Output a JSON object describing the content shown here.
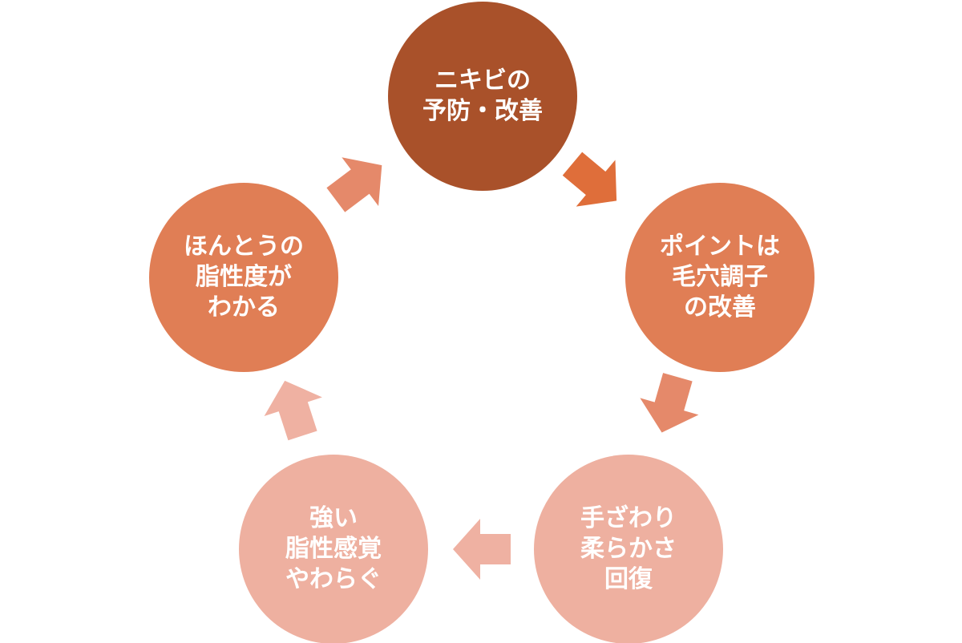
{
  "colors": {
    "node_1": "#a9512a",
    "node_2": "#e07e55",
    "node_3": "#eeb0a0",
    "node_4": "#eeb0a0",
    "node_5": "#e07e55",
    "arrow_1": "#df6e3a",
    "arrow_2": "#e5896a",
    "arrow_3": "#efb1a2",
    "arrow_4": "#efb1a2",
    "arrow_5": "#e5896a"
  },
  "nodes": [
    {
      "lines": [
        "ニキビの",
        "予防・改善"
      ]
    },
    {
      "lines": [
        "ポイントは",
        "毛穴調子",
        "の改善"
      ]
    },
    {
      "lines": [
        "手ざわり",
        "柔らかさ",
        "回復"
      ]
    },
    {
      "lines": [
        "強い",
        "脂性感覚",
        "やわらぐ"
      ]
    },
    {
      "lines": [
        "ほんとうの",
        "脂性度が",
        "わかる"
      ]
    }
  ]
}
